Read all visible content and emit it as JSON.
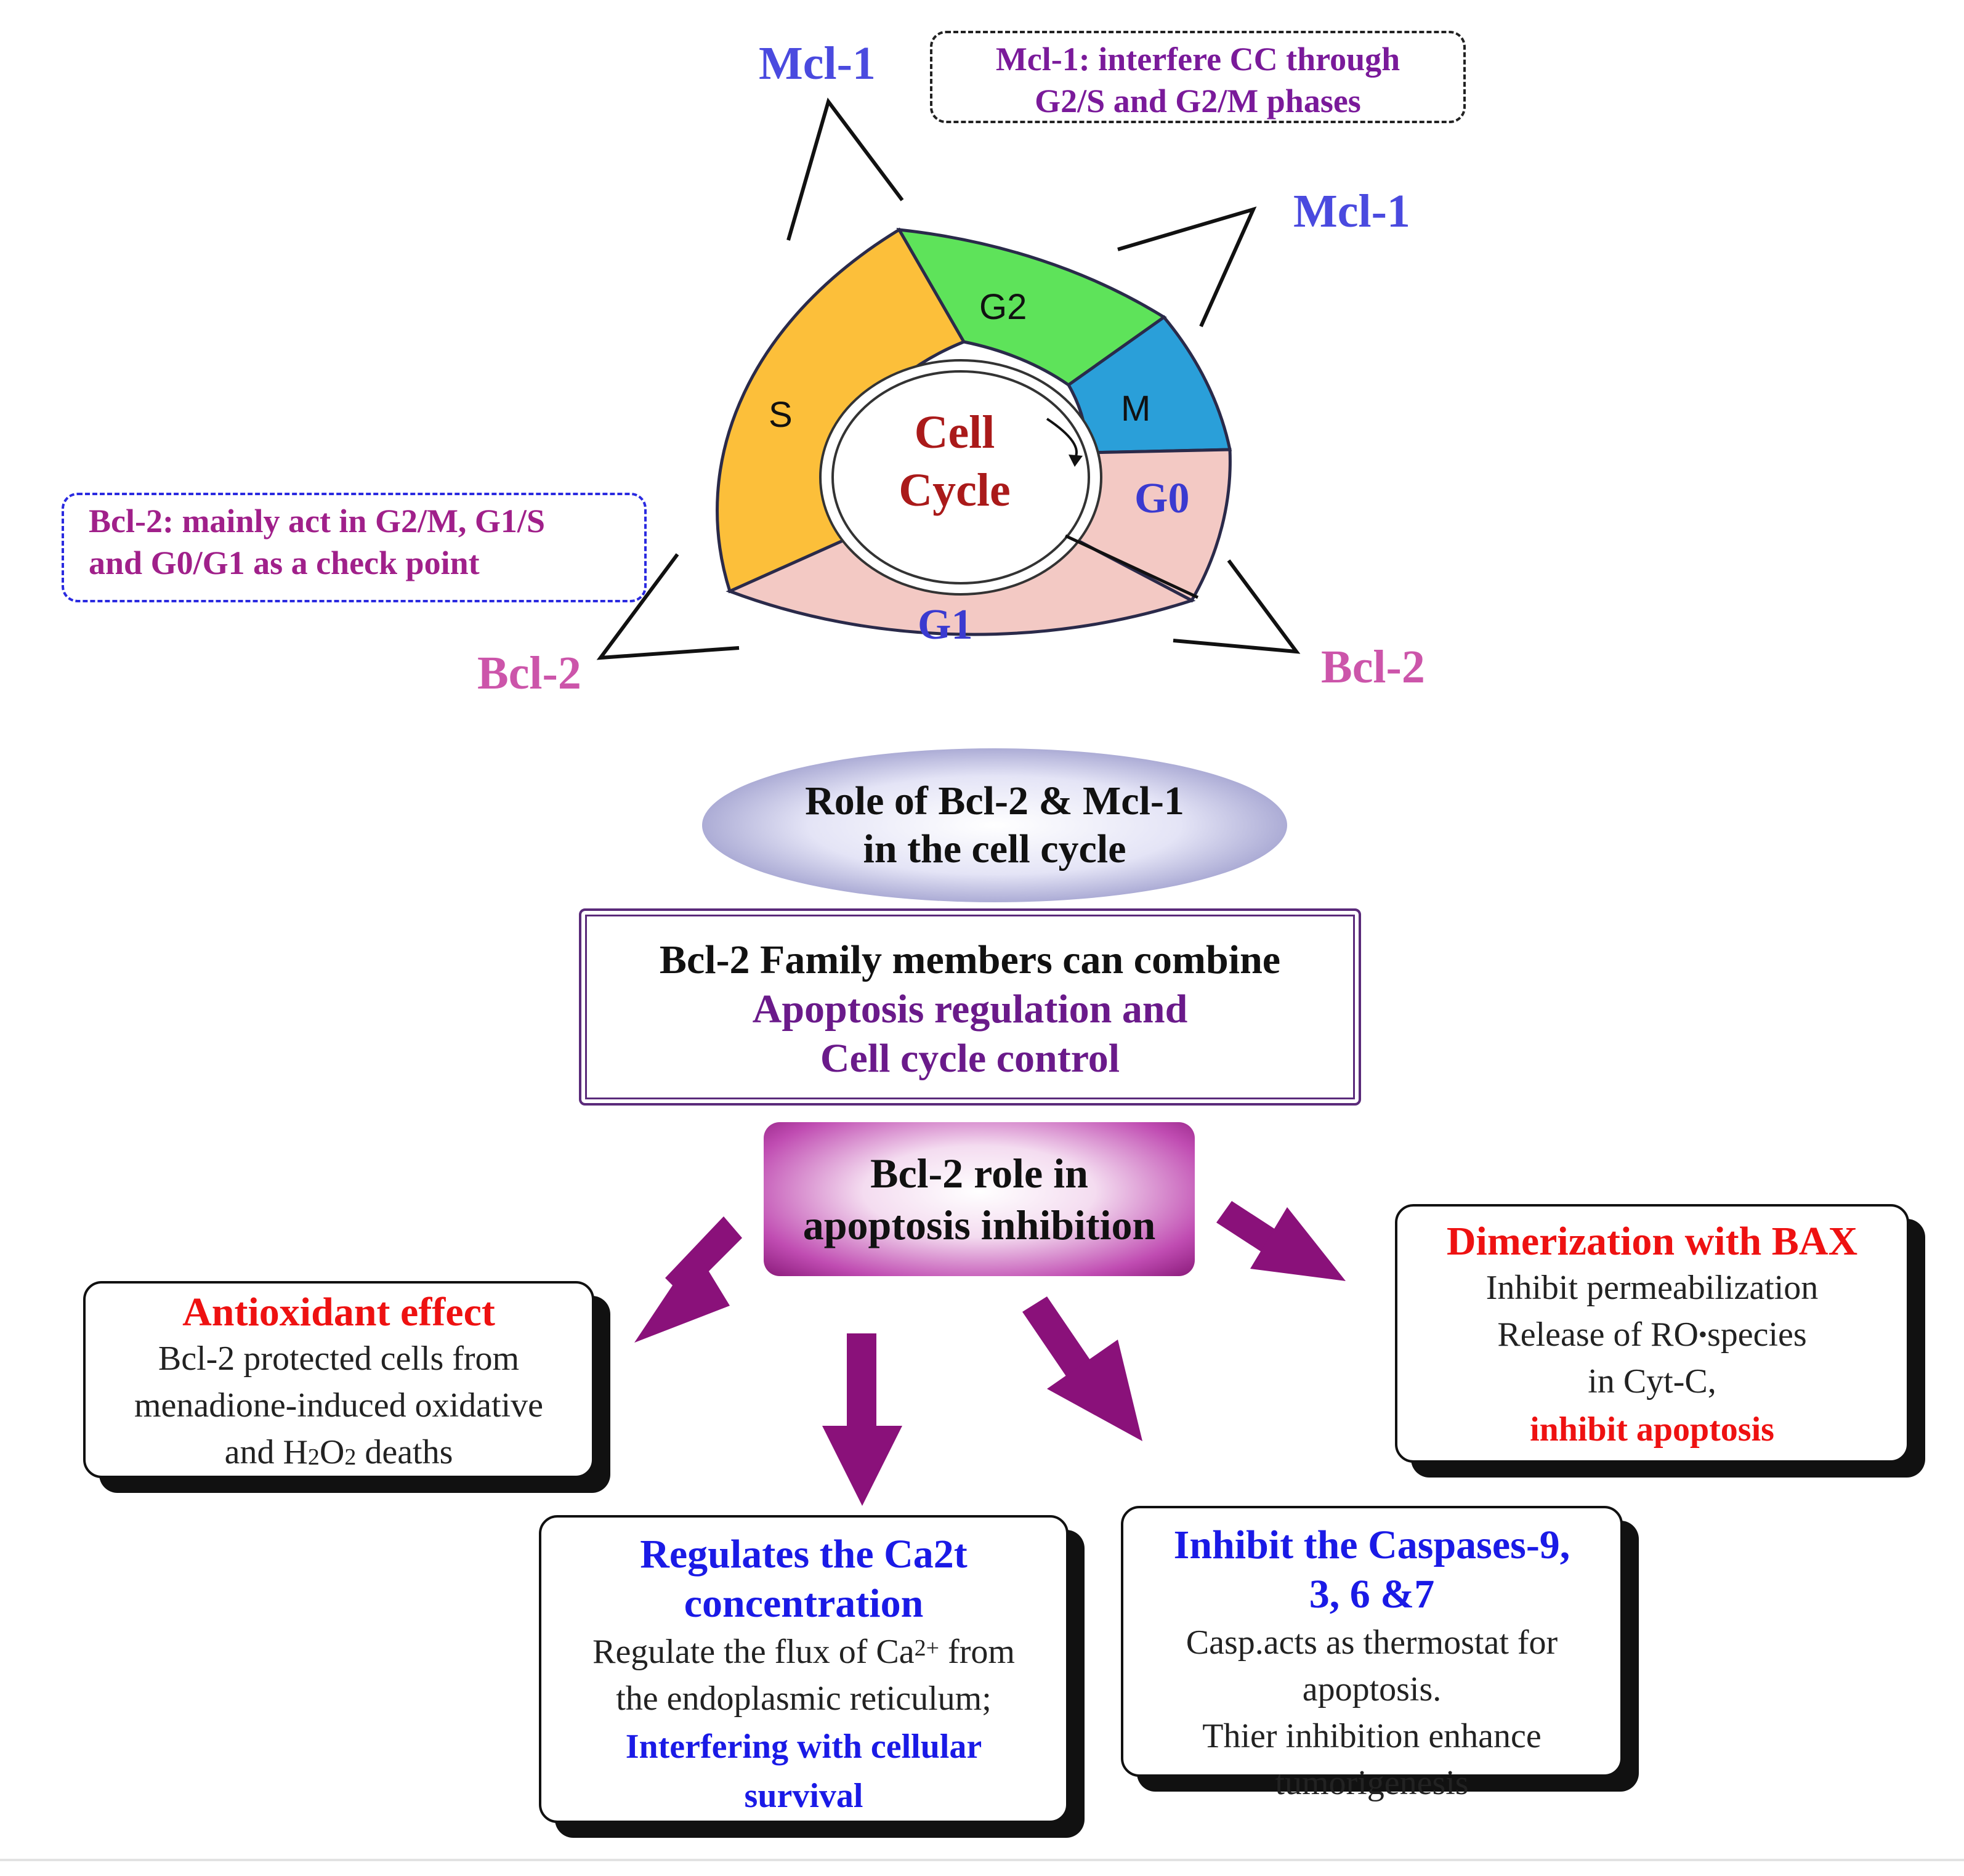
{
  "labels": {
    "mcl_top": "Mcl-1",
    "mcl_right": "Mcl-1",
    "bcl_left": "Bcl-2",
    "bcl_right": "Bcl-2"
  },
  "notes": {
    "mcl_line1": "Mcl-1: interfere CC through",
    "mcl_line2": "G2/S and G2/M phases",
    "bcl_line1": "Bcl-2: mainly act in G2/M, G1/S",
    "bcl_line2": "and G0/G1 as a check point"
  },
  "cell_cycle": {
    "center_line1": "Cell",
    "center_line2": "Cycle",
    "phases": {
      "S": "S",
      "G2": "G2",
      "M": "M",
      "G0": "G0",
      "G1": "G1"
    }
  },
  "role": {
    "line1": "Role of Bcl-2 & Mcl-1",
    "line2": "in the cell cycle"
  },
  "family": {
    "line1": "Bcl-2 Family members can combine",
    "line2": "Apoptosis regulation and",
    "line3": "Cell cycle control"
  },
  "apoptosis": {
    "line1": "Bcl-2 role in",
    "line2": "apoptosis inhibition"
  },
  "antioxidant": {
    "title": "Antioxidant effect",
    "line1": "Bcl-2 protected cells from",
    "line2": "menadione-induced oxidative",
    "line3_pre": "and H",
    "line3_sub1": "2",
    "line3_mid": "O",
    "line3_sub2": "2",
    "line3_post": " deaths"
  },
  "dimerization": {
    "title": "Dimerization with BAX",
    "line1": "Inhibit permeabilization",
    "line2_pre": "Release of RO",
    "line2_dot": "•",
    "line2_post": "species",
    "line3": "in Cyt-C,",
    "line4": "inhibit apoptosis"
  },
  "calcium": {
    "title1": "Regulates the Ca2t",
    "title2": "concentration",
    "line1_pre": "Regulate the flux of Ca",
    "line1_sup": "2+",
    "line1_post": " from",
    "line2": "the endoplasmic reticulum;",
    "line3": "Interfering with cellular",
    "line4": "survival"
  },
  "caspases": {
    "title1": "Inhibit the Caspases-9,",
    "title2": "3, 6 &7",
    "line1": "Casp.acts as thermostat for",
    "line2": "apoptosis.",
    "line3": "Thier inhibition enhance",
    "line4": "tumorigenesis"
  },
  "colors": {
    "S": "#fcbf3a",
    "G2": "#5ee35a",
    "M": "#2a9fd9",
    "G0": "#f3c9c4",
    "G1": "#f3c9c4",
    "arrow": "#8a117a"
  }
}
